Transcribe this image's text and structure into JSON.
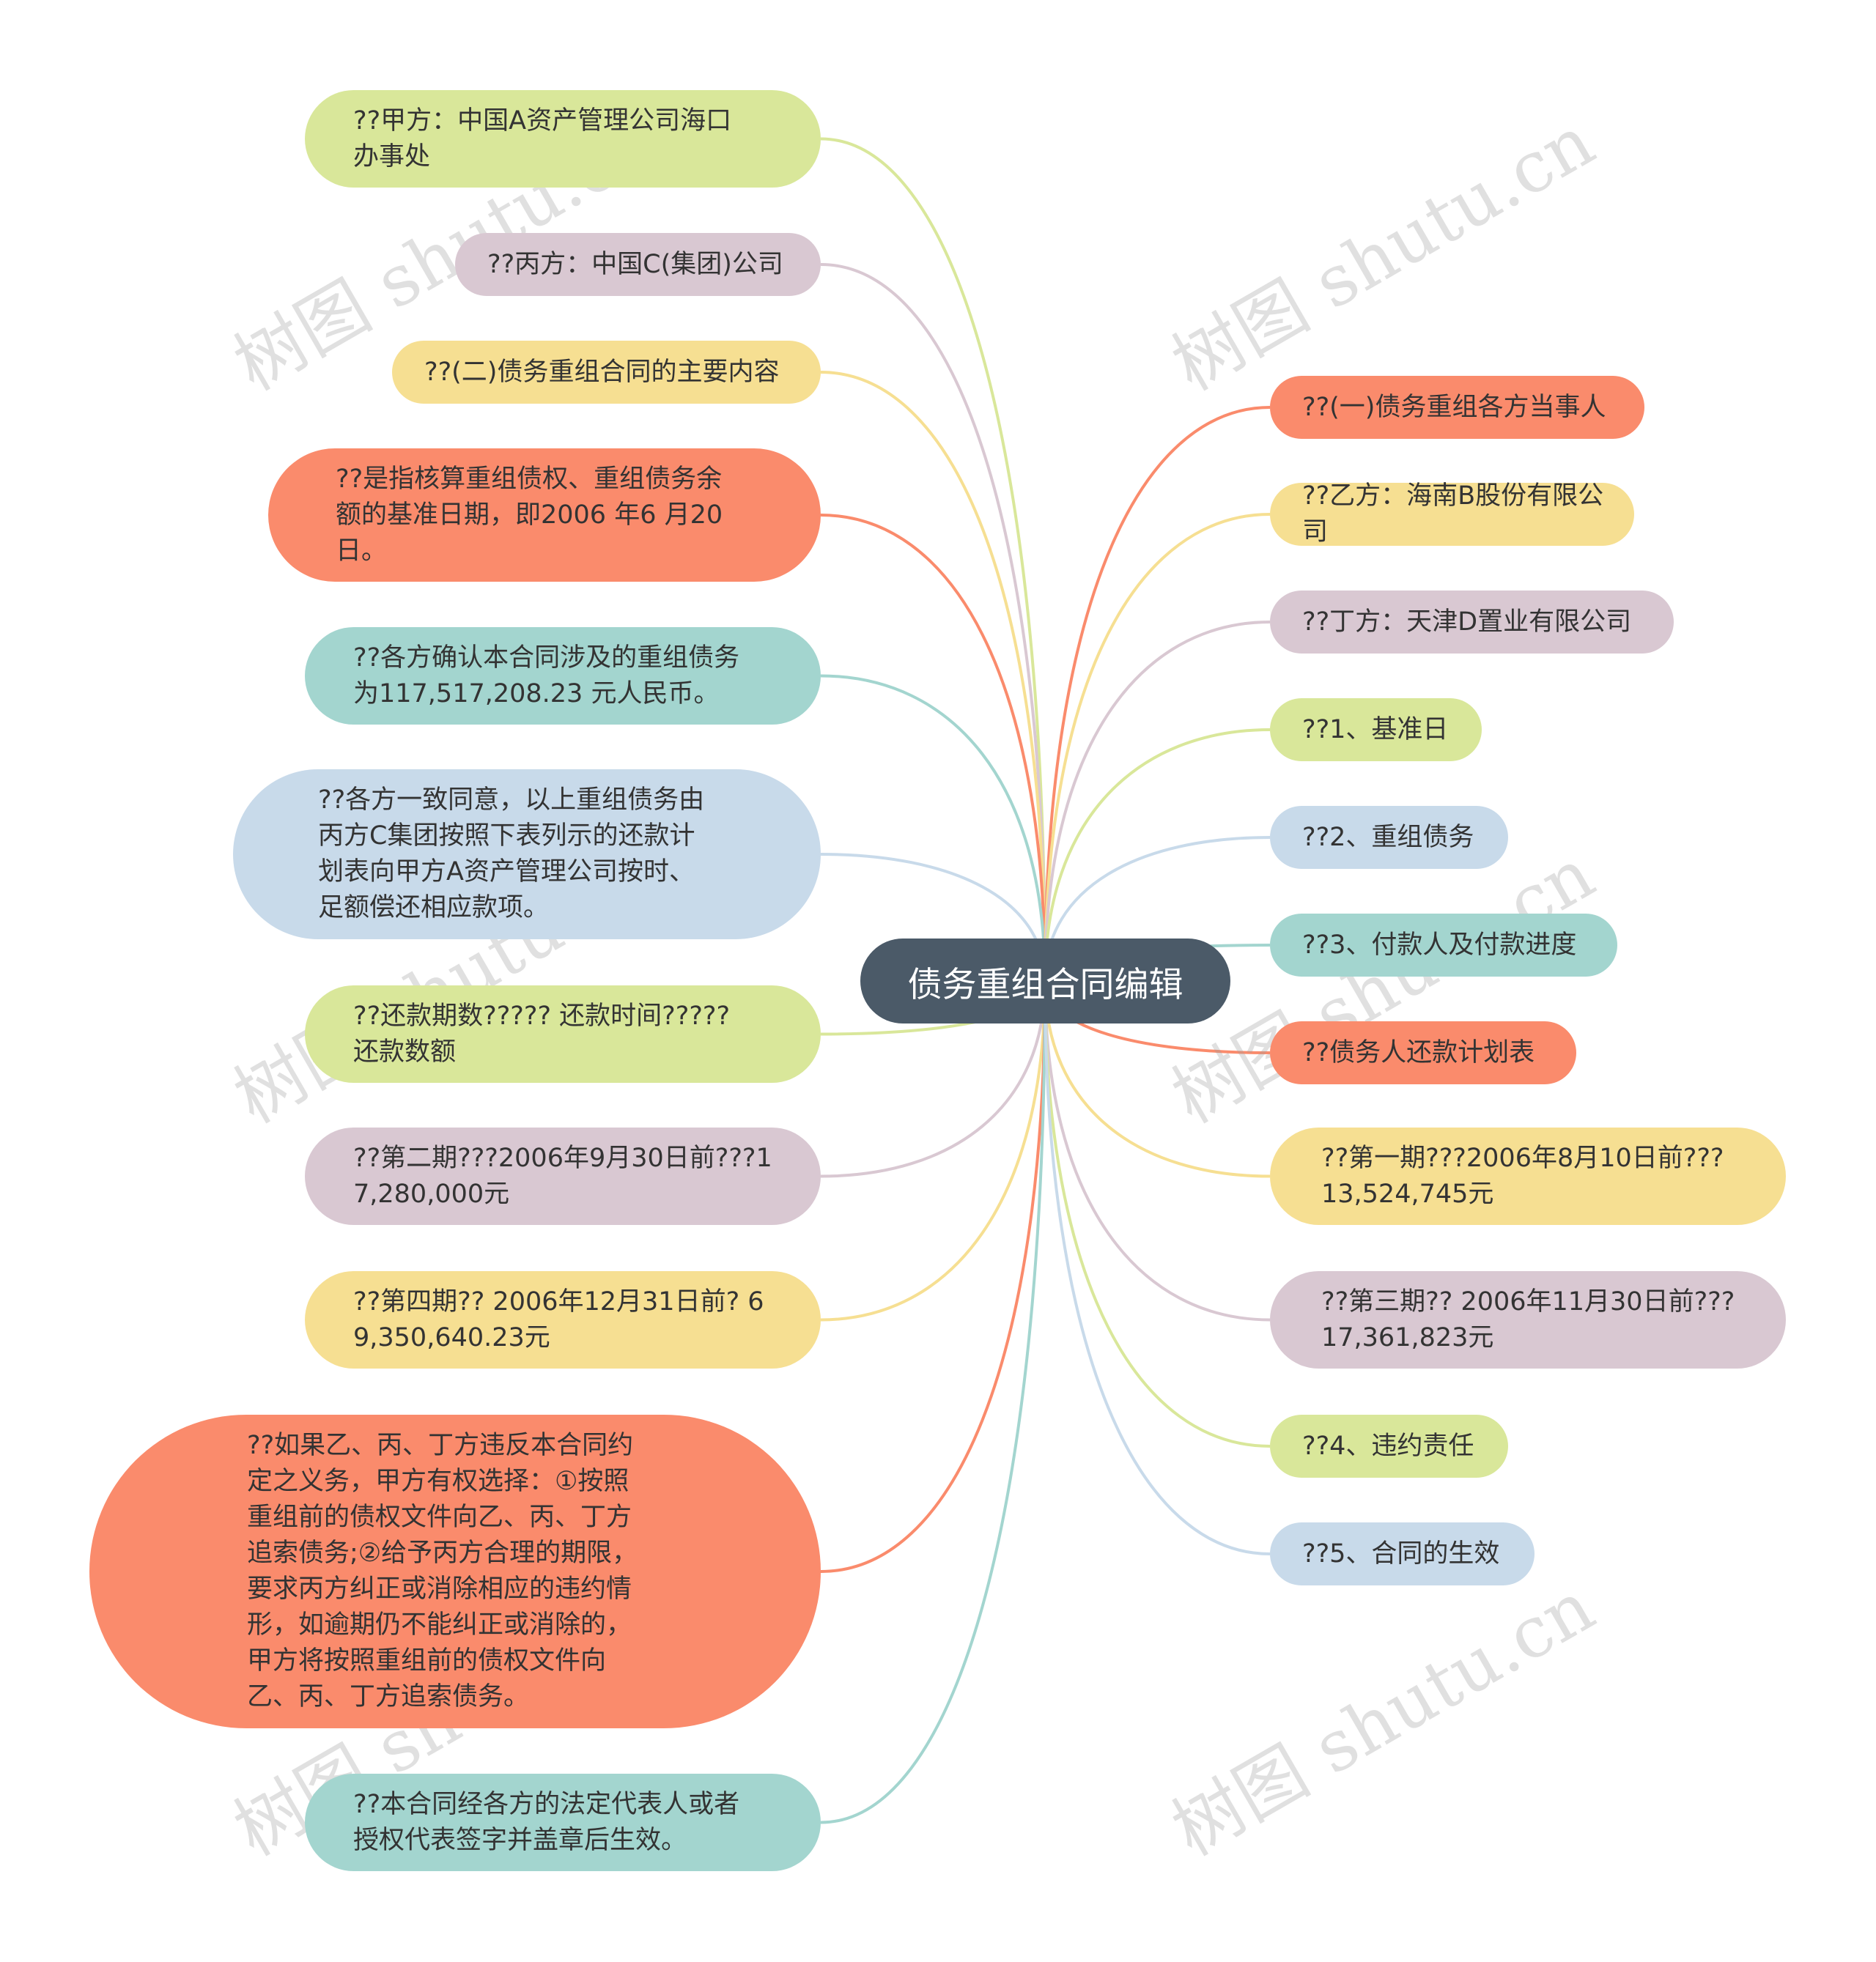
{
  "central_topic": "债务重组合同编辑",
  "watermark": "树图 shutu.cn",
  "colors": {
    "green": "#d9e79a",
    "mauve": "#d9c8d2",
    "yellow": "#f6df92",
    "coral": "#fa8b6c",
    "teal": "#a3d5cf",
    "blue": "#c8daea",
    "center": "#4b5a68"
  },
  "left_nodes": [
    {
      "text": "??甲方：中国A资产管理公司海口办事处",
      "color": "green"
    },
    {
      "text": "??丙方：中国C(集团)公司",
      "color": "mauve"
    },
    {
      "text": "??(二)债务重组合同的主要内容",
      "color": "yellow"
    },
    {
      "text": "??是指核算重组债权、重组债务余额的基准日期，即2006 年6 月20 日。",
      "color": "coral"
    },
    {
      "text": "??各方确认本合同涉及的重组债务为117,517,208.23 元人民币。",
      "color": "teal"
    },
    {
      "text": "??各方一致同意，以上重组债务由丙方C集团按照下表列示的还款计划表向甲方A资产管理公司按时、足额偿还相应款项。",
      "color": "blue"
    },
    {
      "text": "??还款期数????? 还款时间?????还款数额",
      "color": "green"
    },
    {
      "text": "??第二期???2006年9月30日前???17,280,000元",
      "color": "mauve"
    },
    {
      "text": "??第四期?? 2006年12月31日前? 69,350,640.23元",
      "color": "yellow"
    },
    {
      "text": "??如果乙、丙、丁方违反本合同约定之义务，甲方有权选择：①按照重组前的债权文件向乙、丙、丁方追索债务;②给予丙方合理的期限，要求丙方纠正或消除相应的违约情形，如逾期仍不能纠正或消除的，甲方将按照重组前的债权文件向乙、丙、丁方追索债务。",
      "color": "coral"
    },
    {
      "text": "??本合同经各方的法定代表人或者授权代表签字并盖章后生效。",
      "color": "teal"
    }
  ],
  "right_nodes": [
    {
      "text": "??(一)债务重组各方当事人",
      "color": "coral"
    },
    {
      "text": "??乙方：海南B股份有限公司",
      "color": "yellow"
    },
    {
      "text": "??丁方：天津D置业有限公司",
      "color": "mauve"
    },
    {
      "text": "??1、基准日",
      "color": "green"
    },
    {
      "text": "??2、重组债务",
      "color": "blue"
    },
    {
      "text": "??3、付款人及付款进度",
      "color": "teal"
    },
    {
      "text": "??债务人还款计划表",
      "color": "coral"
    },
    {
      "text": "??第一期???2006年8月10日前???13,524,745元",
      "color": "yellow"
    },
    {
      "text": "??第三期?? 2006年11月30日前???17,361,823元",
      "color": "mauve"
    },
    {
      "text": "??4、违约责任",
      "color": "green"
    },
    {
      "text": "??5、合同的生效",
      "color": "blue"
    }
  ]
}
